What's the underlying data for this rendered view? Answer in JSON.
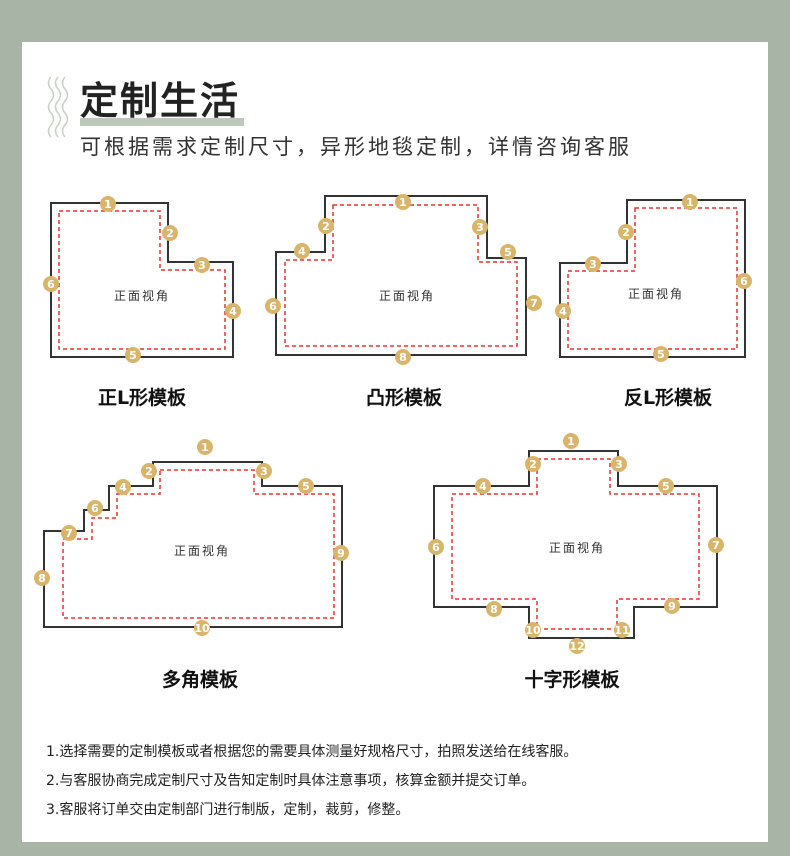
{
  "title": "定制生活",
  "subtitle": "可根据需求定制尺寸，异形地毯定制，详情咨询客服",
  "view_label": "正面视角",
  "templates": [
    {
      "name": "正L形模板",
      "markers": [
        "1",
        "2",
        "3",
        "4",
        "5",
        "6"
      ]
    },
    {
      "name": "凸形模板",
      "markers": [
        "1",
        "2",
        "3",
        "4",
        "5",
        "6",
        "7",
        "8"
      ]
    },
    {
      "name": "反L形模板",
      "markers": [
        "1",
        "2",
        "3",
        "4",
        "5",
        "6"
      ]
    },
    {
      "name": "多角模板",
      "markers": [
        "1",
        "2",
        "3",
        "4",
        "5",
        "6",
        "7",
        "8",
        "9",
        "10"
      ]
    },
    {
      "name": "十字形模板",
      "markers": [
        "1",
        "2",
        "3",
        "4",
        "5",
        "6",
        "7",
        "8",
        "9",
        "10",
        "11",
        "12"
      ]
    }
  ],
  "notes": [
    "1.选择需要的定制模板或者根据您的需要具体测量好规格尺寸，拍照发送给在线客服。",
    "2.与客服协商完成定制尺寸及告知定制时具体注意事项，核算金额并提交订单。",
    "3.客服将订单交由定制部门进行制版，定制，裁剪，修整。"
  ],
  "colors": {
    "background": "#a8b4a6",
    "outline": "#333333",
    "dashed": "#e8332e",
    "badge": "#d9b56b"
  }
}
